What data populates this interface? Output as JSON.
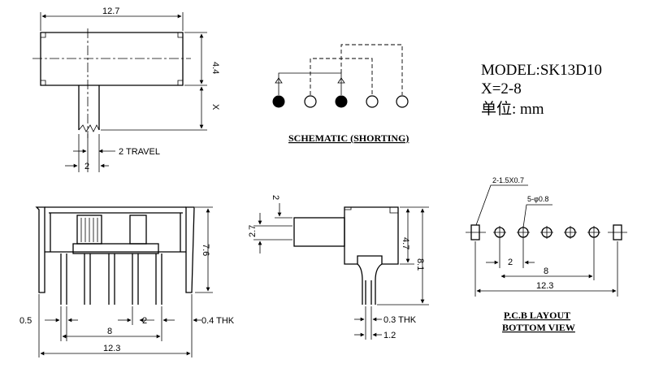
{
  "model": {
    "model_line": "MODEL:SK13D10",
    "x_line": "X=2-8",
    "unit_line": "单位: mm"
  },
  "top_view": {
    "width": "12.7",
    "height": "4.4",
    "x": "X",
    "travel": "2 TRAVEL",
    "travel_dim": "2"
  },
  "schematic": {
    "title": "SCHEMATIC (SHORTING)"
  },
  "front_view": {
    "height": "7.6",
    "pin_width": "0.5",
    "pitch": "2",
    "pins_span": "8",
    "overall": "12.3",
    "thickness": "0.4 THK"
  },
  "side_view": {
    "top": "2",
    "actuator": "2.7",
    "body": "4.7",
    "overall": "8.1",
    "thickness": "0.3 THK",
    "pin_offset": "1.2"
  },
  "pcb": {
    "slot": "2-1.5X0.7",
    "hole": "5-φ0.8",
    "pitch": "2",
    "span": "8",
    "overall": "12.3",
    "title1": "P.C.B LAYOUT",
    "title2": "BOTTOM VIEW"
  }
}
